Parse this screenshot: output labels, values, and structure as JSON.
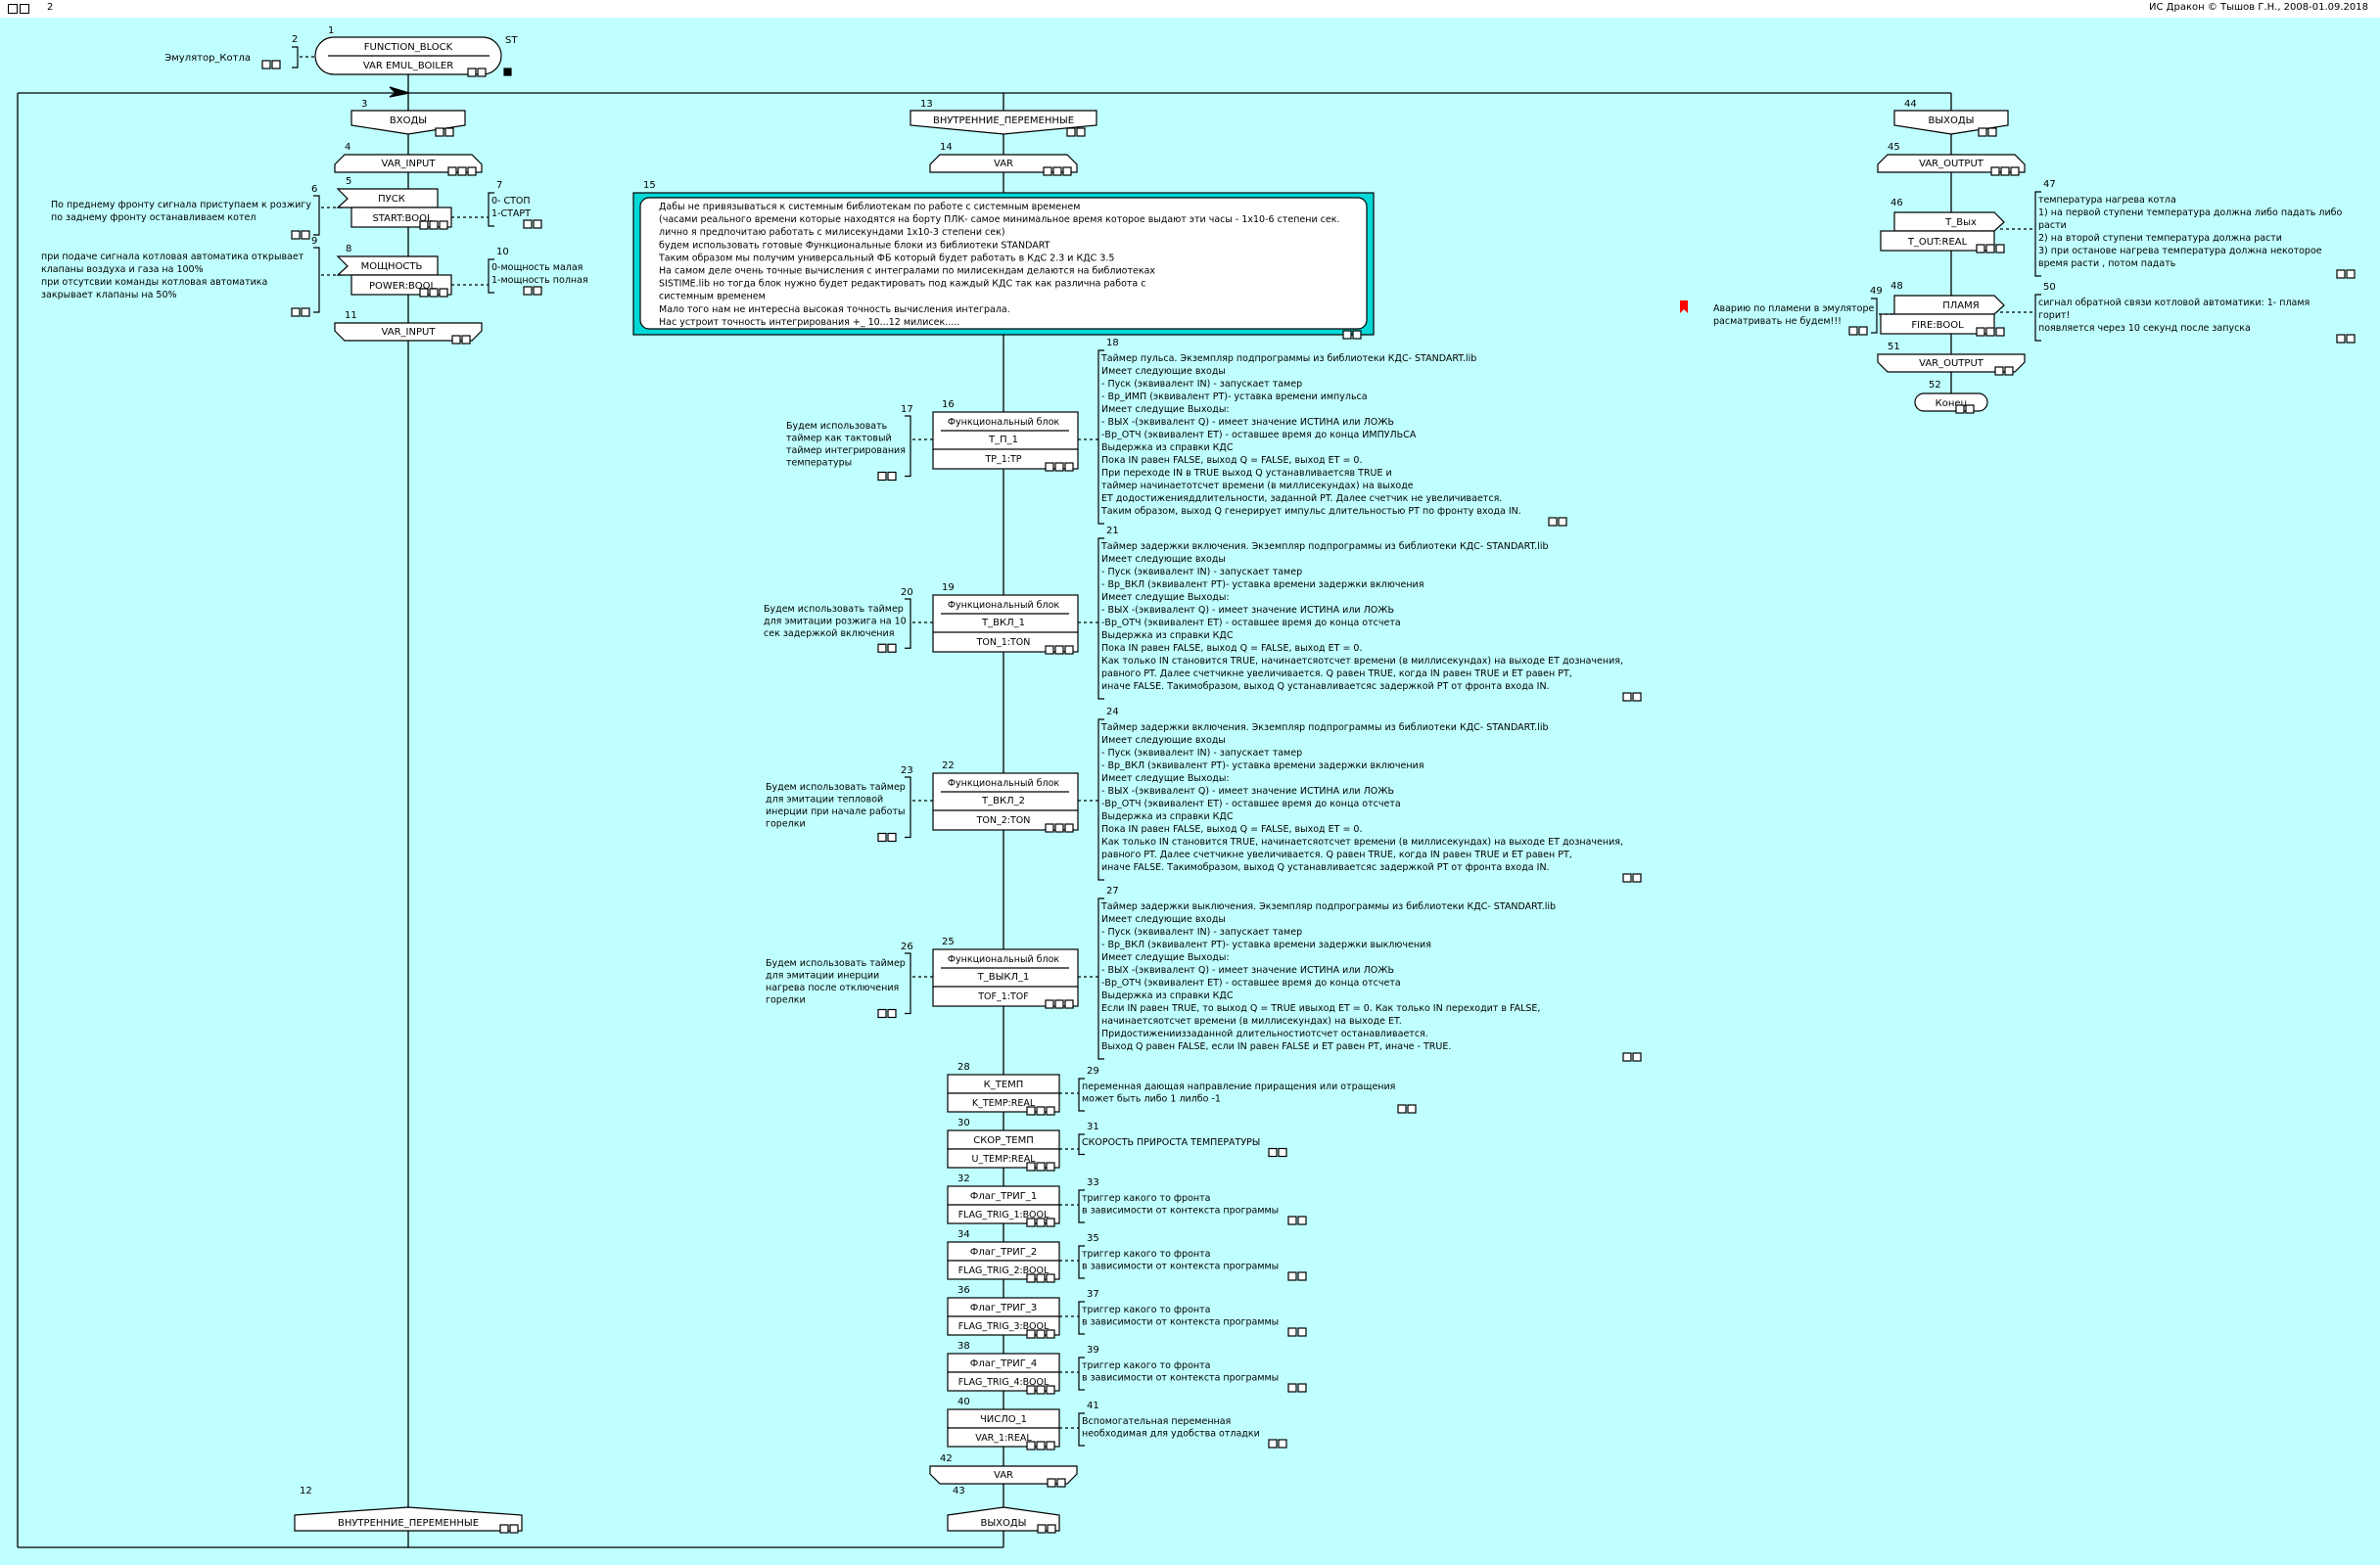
{
  "topbar": {
    "page_number": "2",
    "copyright": "ИС Дракон © Тышов Г.Н., 2008-01.09.2018"
  },
  "colors": {
    "background": "#c0ffff",
    "line": "#000000",
    "block_fill": "#ffffff",
    "comment_frame": "#00c0c0",
    "bookmark": "#ff0000"
  },
  "header": {
    "id": "1",
    "line1": "FUNCTION_BLOCK",
    "line2": "VAR EMUL_BOILER",
    "tag": "ST",
    "comment_id": "2",
    "comment": "Эмулятор_Котла"
  },
  "branches": [
    {
      "name": "inputs",
      "head_id": "3",
      "head": "ВХОДЫ",
      "items": [
        {
          "kind": "section",
          "id": "4",
          "text": "VAR_INPUT"
        },
        {
          "kind": "input",
          "id": "5",
          "name": "ПУСК",
          "decl": "START:BOOL",
          "left_id": "6",
          "left": [
            "По преднему фронту сигнала приступаем к розжигу",
            "по заднему фронту останавливаем котел"
          ],
          "right_id": "7",
          "right": [
            "0- СТОП",
            "1-СТАРТ"
          ]
        },
        {
          "kind": "input",
          "id": "8",
          "name": "МОЩНОСТЬ",
          "decl": "POWER:BOOL",
          "left_id": "9",
          "left": [
            "при подаче сигнала котловая автоматика открывает",
            "клапаны воздуха и газа на 100%",
            "при отсутсвии команды котловая автоматика",
            "закрывает клапаны на 50%"
          ],
          "right_id": "10",
          "right": [
            "0-мощность малая",
            "1-мощность полная"
          ]
        },
        {
          "kind": "section_end",
          "id": "11",
          "text": "VAR_INPUT"
        }
      ],
      "tail_id": "12",
      "tail": "ВНУТРЕННИЕ_ПЕРЕМЕННЫЕ"
    },
    {
      "name": "internal",
      "head_id": "13",
      "head": "ВНУТРЕННИЕ_ПЕРЕМЕННЫЕ",
      "section_id": "14",
      "section": "VAR",
      "note_id": "15",
      "note": [
        "Дабы не привязываться к системным библиотекам по работе с системным временем",
        "(часами реального времени которые находятся на борту ПЛК- самое минимальное время которое выдают эти часы - 1x10-6 степени сек.",
        "лично я предпочитаю работать с милисекундами 1x10-3 степени сек)",
        "будем использовать готовые Функциональные блоки из  библиотеки STANDART",
        "Таким образом мы получим универсальный ФБ который будет работать в КдС 2.3 и КДС 3.5",
        "На самом деле очень точные вычисления с интегралами по милисекндам делаются на библиотеках",
        "SISTIME.lib но тогда блок нужно будет редактировать под каждый КДС так как различна работа с",
        "системным временем",
        "Мало того нам не интересна высокая точность вычисления интеграла.",
        "Нас устроит точность интегрирования +_ 10...12 милисек....."
      ],
      "fblocks": [
        {
          "id": "16",
          "title": "Функциональный блок",
          "name": "Т_П_1",
          "decl": "TP_1:TP",
          "left_id": "17",
          "left": [
            "Будем использовать",
            "таймер как тактовый",
            "таймер интегрирования",
            "температуры"
          ],
          "right_id": "18",
          "right": [
            "Таймер пульса.  Экземпляр подпрограммы из библиотеки КДС- STANDART.lib",
            "Имеет следующие входы",
            "- Пуск (эквивалент IN) - запускает тамер",
            "- Вр_ИМП (эквивалент PT)- уставка времени импульса",
            "Имеет следущие Выходы:",
            "- ВЫХ -(эквивалент Q) - имеет значение ИСТИНА или ЛОЖЬ",
            "-Вр_ОТЧ (эквивалент ET) - оставшее время до конца ИМПУЛЬСА",
            "Выдержка из справки КДС",
            "Пока IN равен FALSE, выход Q = FALSE, выход ET = 0.",
            "При переходе IN в TRUE выход Q устанавливаетсяв TRUE и",
            " таймер начинаетотсчет времени (в миллисекундах) на выходе",
            " ET додостиженияддлительности, заданной PT. Далее счетчик не увеличивается.",
            "Таким образом, выход Q генерирует импульс длительностью PT по фронту входа IN."
          ]
        },
        {
          "id": "19",
          "title": "Функциональный блок",
          "name": "Т_ВКЛ_1",
          "decl": "TON_1:TON",
          "left_id": "20",
          "left": [
            "Будем использовать таймер",
            "для эмитации розжига на 10",
            "сек задержкой включения"
          ],
          "right_id": "21",
          "right": [
            "Таймер задержки включения. Экземпляр подпрограммы из библиотеки КДС- STANDART.lib",
            "Имеет следующие входы",
            "- Пуск (эквивалент IN) - запускает тамер",
            "- Вр_ВКЛ (эквивалент PT)- уставка времени задержки включения",
            "Имеет следущие Выходы:",
            "- ВЫХ -(эквивалент Q) - имеет значение ИСТИНА или ЛОЖЬ",
            "-Вр_ОТЧ (эквивалент ET) - оставшее время до конца отсчета",
            "Выдержка из справки КДС",
            "Пока IN равен FALSE, выход Q = FALSE, выход ET = 0.",
            " Как только IN становится TRUE, начинаетсяотсчет времени (в миллисекундах) на выходе ET дозначения,",
            " равного PT. Далее счетчикне увеличивается. Q равен TRUE, когда IN равен TRUE и ET равен PT,",
            " иначе FALSE. Такимобразом, выход Q устанавливаетсяс задержкой PT от фронта входа IN."
          ]
        },
        {
          "id": "22",
          "title": "Функциональный блок",
          "name": "Т_ВКЛ_2",
          "decl": "TON_2:TON",
          "left_id": "23",
          "left": [
            "Будем использовать таймер",
            "для эмитации тепловой",
            "инерции при начале работы",
            "горелки"
          ],
          "right_id": "24",
          "right": [
            "Таймер задержки включения. Экземпляр подпрограммы из библиотеки КДС- STANDART.lib",
            "Имеет следующие входы",
            "- Пуск (эквивалент IN) - запускает тамер",
            "- Вр_ВКЛ (эквивалент PT)- уставка времени задержки включения",
            "Имеет следущие Выходы:",
            "- ВЫХ -(эквивалент Q) - имеет значение ИСТИНА или ЛОЖЬ",
            "-Вр_ОТЧ (эквивалент ET) - оставшее время до конца отсчета",
            "Выдержка из справки КДС",
            "Пока IN равен FALSE, выход Q = FALSE, выход ET = 0.",
            " Как только IN становится TRUE, начинаетсяотсчет времени (в миллисекундах) на выходе ET дозначения,",
            " равного PT. Далее счетчикне увеличивается. Q равен TRUE, когда IN равен TRUE и ET равен PT,",
            " иначе FALSE. Такимобразом, выход Q устанавливаетсяс задержкой PT от фронта входа IN."
          ]
        },
        {
          "id": "25",
          "title": "Функциональный блок",
          "name": "Т_ВЫКЛ_1",
          "decl": "TOF_1:TOF",
          "left_id": "26",
          "left": [
            "Будем использовать таймер",
            "для эмитации инерции",
            "нагрева после отключения",
            "горелки"
          ],
          "right_id": "27",
          "right": [
            "Таймер задержки выключения. Экземпляр подпрограммы из библиотеки КДС- STANDART.lib",
            "Имеет следующие входы",
            "- Пуск (эквивалент IN) - запускает тамер",
            "- Вр_ВКЛ (эквивалент PT)- уставка времени задержки выключения",
            "Имеет следущие Выходы:",
            "- ВЫХ -(эквивалент Q) - имеет значение ИСТИНА или ЛОЖЬ",
            "-Вр_ОТЧ (эквивалент ET) - оставшее время до конца отсчета",
            "Выдержка из справки КДС",
            "Если IN равен TRUE, то выход Q = TRUE ивыход ET = 0. Как только IN переходит в FALSE,",
            "начинаетсяотсчет времени (в миллисекундах) на выходе ET.",
            " Придостиженииззаданной длительностиотсчет останавливается.",
            " Выход Q равен FALSE, если IN равен FALSE и ET равен PT, иначе - TRUE."
          ]
        }
      ],
      "vars": [
        {
          "id": "28",
          "name": "К_ТЕМП",
          "decl": "K_TEMP:REAL",
          "note_id": "29",
          "note": [
            "переменная дающая направление приращения или отращения",
            "может быть либо 1 лилбо -1"
          ]
        },
        {
          "id": "30",
          "name": "СКОР_ТЕМП",
          "decl": "U_TEMP:REAL",
          "note_id": "31",
          "note": [
            " СКОРОСТЬ ПРИРОСТА ТЕМПЕРАТУРЫ"
          ]
        },
        {
          "id": "32",
          "name": "Флаг_ТРИГ_1",
          "decl": "FLAG_TRIG_1:BOOL",
          "note_id": "33",
          "note": [
            "триггер какого то фронта",
            "в зависимости от контекста программы"
          ]
        },
        {
          "id": "34",
          "name": "Флаг_ТРИГ_2",
          "decl": "FLAG_TRIG_2:BOOL",
          "note_id": "35",
          "note": [
            "триггер какого то фронта",
            "в зависимости от контекста программы"
          ]
        },
        {
          "id": "36",
          "name": "Флаг_ТРИГ_3",
          "decl": "FLAG_TRIG_3:BOOL",
          "note_id": "37",
          "note": [
            "триггер какого то фронта",
            "в зависимости от контекста программы"
          ]
        },
        {
          "id": "38",
          "name": "Флаг_ТРИГ_4",
          "decl": "FLAG_TRIG_4:BOOL",
          "note_id": "39",
          "note": [
            "триггер какого то фронта",
            "в зависимости от контекста программы"
          ]
        },
        {
          "id": "40",
          "name": "ЧИСЛО_1",
          "decl": "VAR_1:REAL",
          "note_id": "41",
          "note": [
            "Вспомогательная переменная",
            "необходимая для удобства отладки"
          ]
        }
      ],
      "section_end_id": "42",
      "section_end": "VAR",
      "tail_id": "43",
      "tail": "ВЫХОДЫ"
    },
    {
      "name": "outputs",
      "head_id": "44",
      "head": "ВЫХОДЫ",
      "section_id": "45",
      "section": "VAR_OUTPUT",
      "outputs": [
        {
          "id": "46",
          "name": "Т_Вых",
          "decl": "T_OUT:REAL",
          "right_id": "47",
          "right": [
            "температура нагрева котла",
            "1) на первой ступени температура должна либо падать либо",
            "расти",
            "2) на второй ступени температура должна расти",
            "3) при останове нагрева температура должна некоторое",
            "время расти , потом падать"
          ]
        },
        {
          "id": "48",
          "name": "ПЛАМЯ",
          "decl": "FIRE:BOOL",
          "left_id": "49",
          "left": [
            "Аварию по пламени в эмуляторе",
            "расматривать не будем!!!"
          ],
          "right_id": "50",
          "right": [
            "сигнал обратной связи котловой автоматики: 1- пламя",
            "горит!",
            "появляется через 10 секунд после запуска"
          ]
        }
      ],
      "section_end_id": "51",
      "section_end": "VAR_OUTPUT",
      "end_id": "52",
      "end": "Конец"
    }
  ]
}
